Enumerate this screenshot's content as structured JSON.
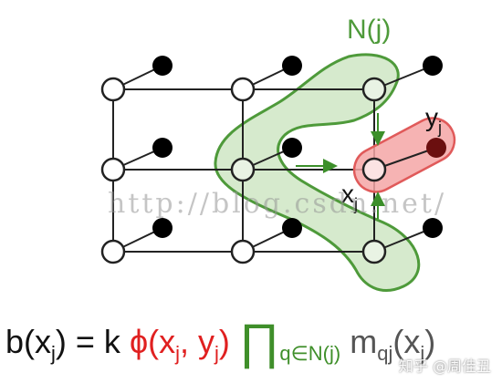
{
  "diagram": {
    "label_neighborhood": "N(j)",
    "label_y": "y",
    "label_y_sub": "j",
    "label_x": "x",
    "label_x_sub": "j",
    "colors": {
      "neighborhood_fill": "#cfe6c4",
      "neighborhood_stroke": "#4e9a3a",
      "target_fill": "#f4a6a6",
      "target_stroke": "#e05a5a",
      "observed_dark_node": "#6b0f0f",
      "arrow": "#3c8f2a"
    }
  },
  "formula": {
    "lhs_b": "b(x",
    "lhs_sub": "j",
    "lhs_close": ") = k ",
    "phi_open": "ϕ(x",
    "phi_sub1": "j",
    "phi_mid": ", y",
    "phi_sub2": "j",
    "phi_close": ")",
    "prod_symbol": "∏",
    "prod_sub": "q∈N(j)",
    "msg_m": " m",
    "msg_sub": "qj",
    "msg_open": "(x",
    "msg_sub2": "j",
    "msg_close": ")"
  },
  "watermark": "http://blog.csdn.net/",
  "credit": "知乎 @周佳丑"
}
